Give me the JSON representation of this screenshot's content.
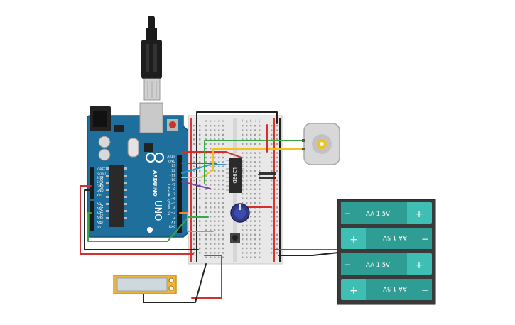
{
  "arduino": {
    "brand": "ARDUINO",
    "model": "UNO",
    "digital_header": "DIGITAL (PWM ~)",
    "analog_header": "ANALOG IN",
    "power_header": "POWER",
    "pin_labels_digital": [
      "AREF",
      "GND",
      "13",
      "12",
      "~11",
      "~10",
      "~9",
      "8",
      "7",
      "~6",
      "~5",
      "4",
      "~3",
      "2",
      "TX1",
      "RX0"
    ],
    "pin_labels_power": [
      "IOREF",
      "RESET",
      "3.3V",
      "5V",
      "GND",
      "GND",
      "Vin"
    ],
    "pin_labels_analog": [
      "A0",
      "A1",
      "A2",
      "A3",
      "A4",
      "A5"
    ]
  },
  "breadboard": {
    "column_letters_top": [
      "a",
      "b",
      "c",
      "d",
      "e",
      "f",
      "g",
      "h",
      "i",
      "j"
    ]
  },
  "ic": {
    "label": "L293D"
  },
  "battery_pack": {
    "cells": [
      {
        "label": "AA 1.5V",
        "flipped": false
      },
      {
        "label": "AA 1.5V",
        "flipped": true
      },
      {
        "label": "AA 1.5V",
        "flipped": false
      },
      {
        "label": "AA 1.5V",
        "flipped": true
      }
    ],
    "plus": "+",
    "minus": "−"
  },
  "colors": {
    "arduino_blue": "#1e6f9b",
    "wire_red": "#d32f2f",
    "wire_black": "#222222",
    "wire_yellow": "#f2c21b",
    "wire_green": "#3aa64a",
    "wire_blue": "#2a9ad1",
    "wire_orange": "#f08a1c",
    "wire_purple": "#7b3fa0",
    "battery_teal": "#3fbfb3"
  }
}
